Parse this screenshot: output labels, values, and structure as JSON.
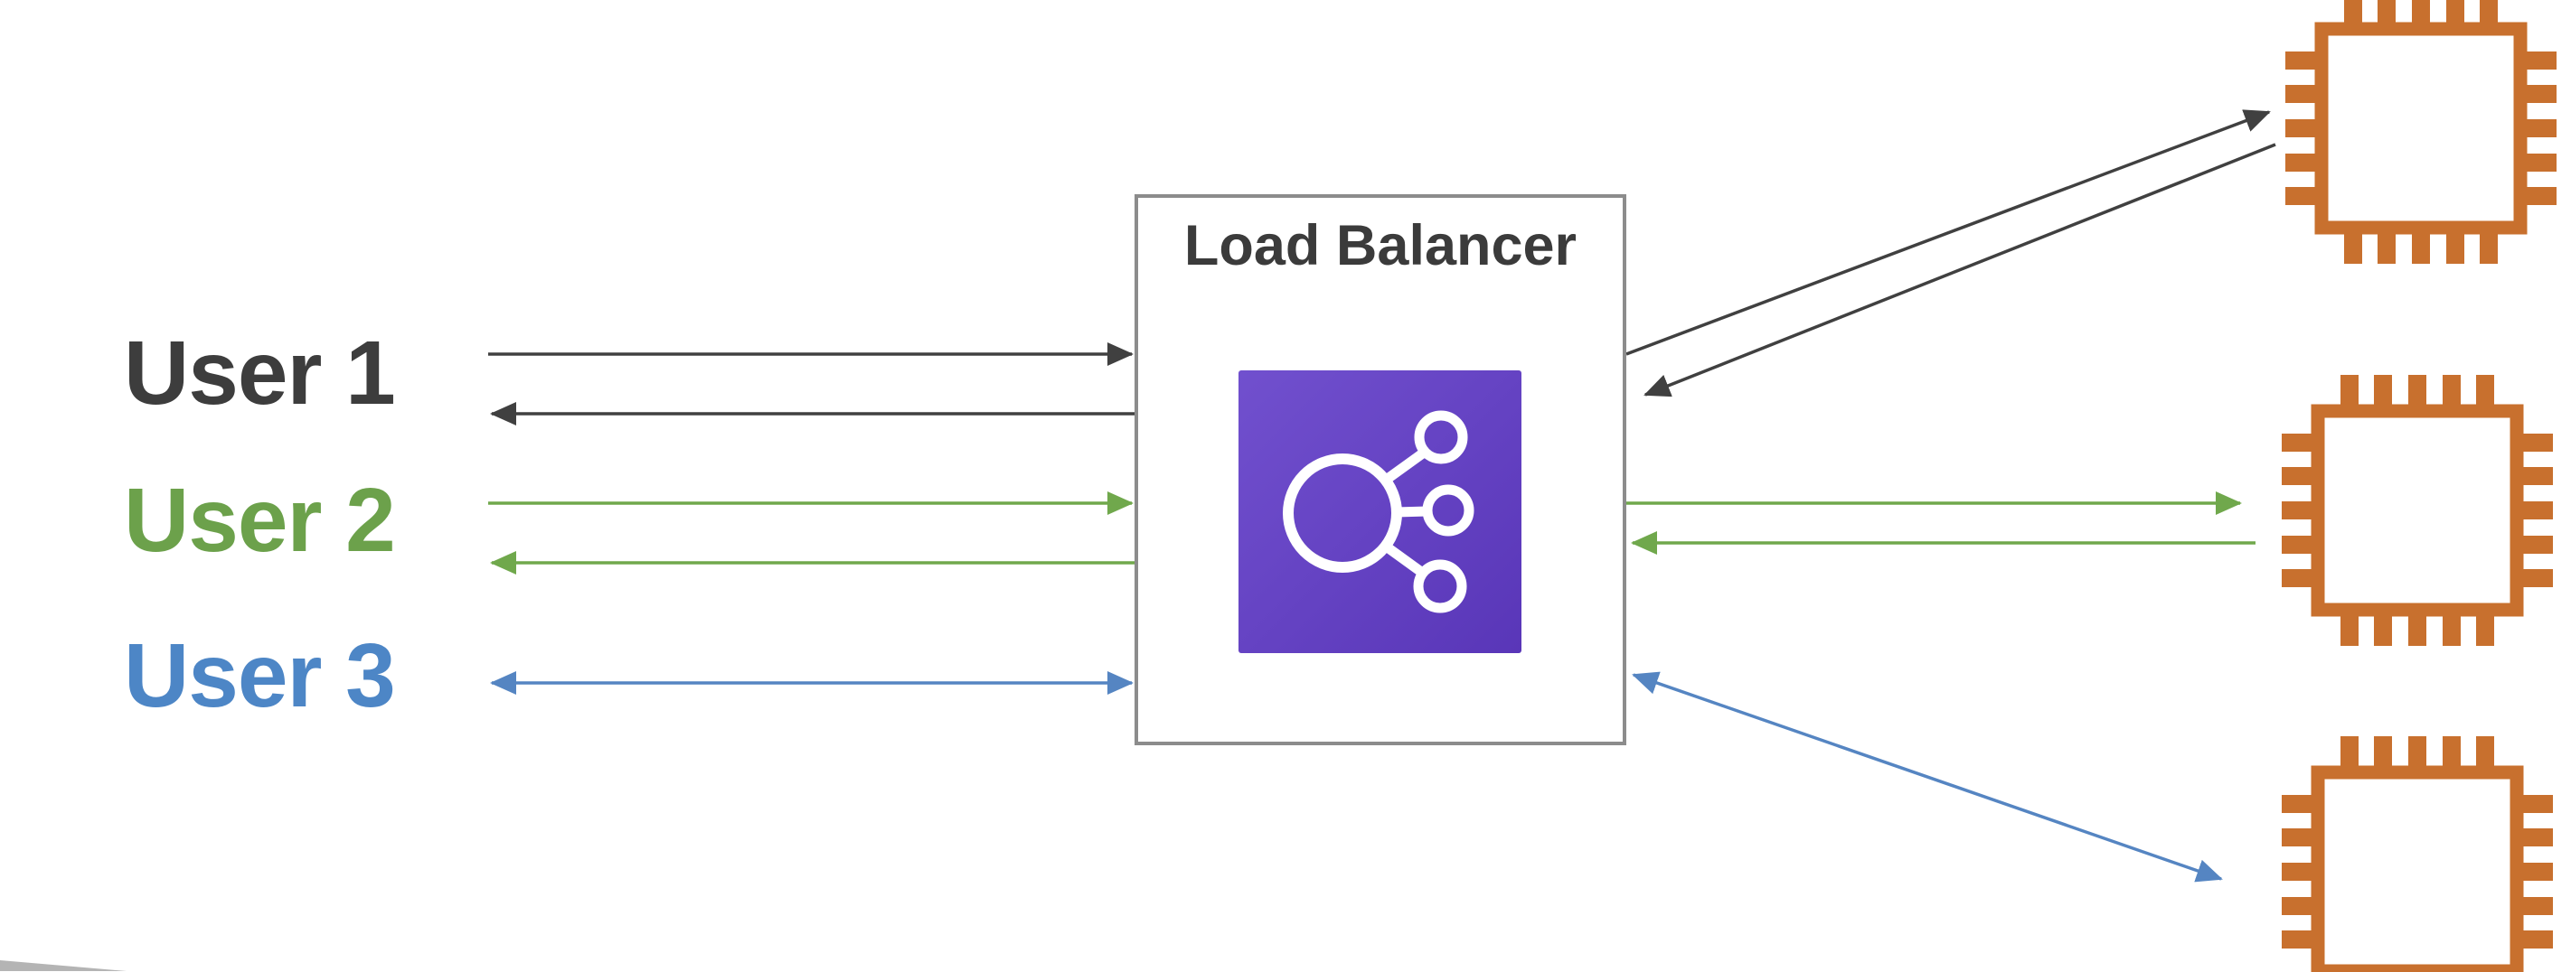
{
  "diagram": {
    "kind": "load-balancer-architecture",
    "users": [
      {
        "label": "User 1",
        "color": "#3d3d3d"
      },
      {
        "label": "User 2",
        "color": "#6ca14b"
      },
      {
        "label": "User 3",
        "color": "#4d86c6"
      }
    ],
    "load_balancer": {
      "title": "Load Balancer",
      "icon": "elastic-load-balancer-icon"
    },
    "servers": [
      {
        "icon": "cpu-chip-icon"
      },
      {
        "icon": "cpu-chip-icon"
      },
      {
        "icon": "cpu-chip-icon"
      }
    ],
    "connections": [
      {
        "from": "user-1",
        "to": "load-balancer",
        "direction": "request",
        "color": "#404040"
      },
      {
        "from": "load-balancer",
        "to": "user-1",
        "direction": "response",
        "color": "#404040"
      },
      {
        "from": "user-2",
        "to": "load-balancer",
        "direction": "request",
        "color": "#70a84c"
      },
      {
        "from": "load-balancer",
        "to": "user-2",
        "direction": "response",
        "color": "#70a84c"
      },
      {
        "from": "user-3",
        "to": "load-balancer",
        "direction": "bidirectional",
        "color": "#5585c2"
      },
      {
        "from": "load-balancer",
        "to": "server-1",
        "direction": "request",
        "color": "#404040"
      },
      {
        "from": "server-1",
        "to": "load-balancer",
        "direction": "response",
        "color": "#404040"
      },
      {
        "from": "load-balancer",
        "to": "server-2",
        "direction": "request",
        "color": "#70a84c"
      },
      {
        "from": "server-2",
        "to": "load-balancer",
        "direction": "response",
        "color": "#70a84c"
      },
      {
        "from": "load-balancer",
        "to": "server-3",
        "direction": "bidirectional",
        "color": "#5585c2"
      }
    ],
    "colors": {
      "black_arrow": "#404040",
      "green_arrow": "#70a84c",
      "blue_arrow": "#5585c2",
      "lb_box_border": "#8c8c8c",
      "lb_title_text": "#3b3b3b",
      "elb_purple_light": "#7150ce",
      "elb_purple_dark": "#5936b8",
      "chip_orange": "#c8702e",
      "background": "#ffffff"
    }
  }
}
